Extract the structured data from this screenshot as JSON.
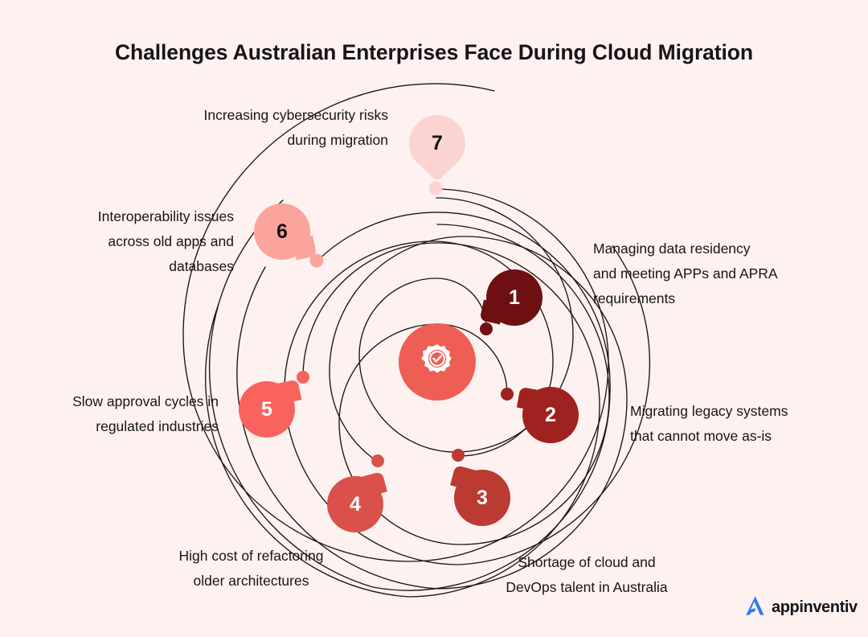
{
  "title": "Challenges Australian Enterprises Face During Cloud Migration",
  "background_color": "#fdf2ef",
  "hub": {
    "icon": "gear-check-icon",
    "color": "#ee5e55"
  },
  "items": [
    {
      "number": "1",
      "text": "Managing data residency and meeting APPs and APRA requirements",
      "lines": [
        "Managing data residency",
        "and meeting APPs and APRA",
        "requirements"
      ],
      "color": "#6e0f12",
      "number_color": "#ffffff",
      "align": "right"
    },
    {
      "number": "2",
      "text": "Migrating legacy systems that cannot move as-is",
      "lines": [
        "Migrating legacy systems",
        "that cannot move as-is"
      ],
      "color": "#9f2120",
      "number_color": "#ffffff",
      "align": "right"
    },
    {
      "number": "3",
      "text": "Shortage of cloud and DevOps talent in Australia",
      "lines": [
        "Shortage of cloud and",
        "DevOps talent in Australia"
      ],
      "color": "#bb3a32",
      "number_color": "#ffffff",
      "align": "center"
    },
    {
      "number": "4",
      "text": "High cost of refactoring older architectures",
      "lines": [
        "High cost of refactoring",
        "older architectures"
      ],
      "color": "#d9514a",
      "number_color": "#ffffff",
      "align": "center"
    },
    {
      "number": "5",
      "text": "Slow approval cycles in regulated industries",
      "lines": [
        "Slow approval cycles in",
        "regulated industries"
      ],
      "color": "#f8645d",
      "number_color": "#ffffff",
      "align": "left"
    },
    {
      "number": "6",
      "text": "Interoperability issues across old apps and databases",
      "lines": [
        "Interoperability issues",
        "across old apps and",
        "databases"
      ],
      "color": "#fba49e",
      "number_color": "#121014",
      "align": "left"
    },
    {
      "number": "7",
      "text": "Increasing cybersecurity risks during migration",
      "lines": [
        "Increasing cybersecurity risks",
        "during migration"
      ],
      "color": "#fbd4d2",
      "number_color": "#121014",
      "align": "left"
    }
  ],
  "logo": {
    "word": "appinventiv",
    "mark": "appinventiv-a-mark-icon",
    "mark_color": "#2f7bf6"
  }
}
